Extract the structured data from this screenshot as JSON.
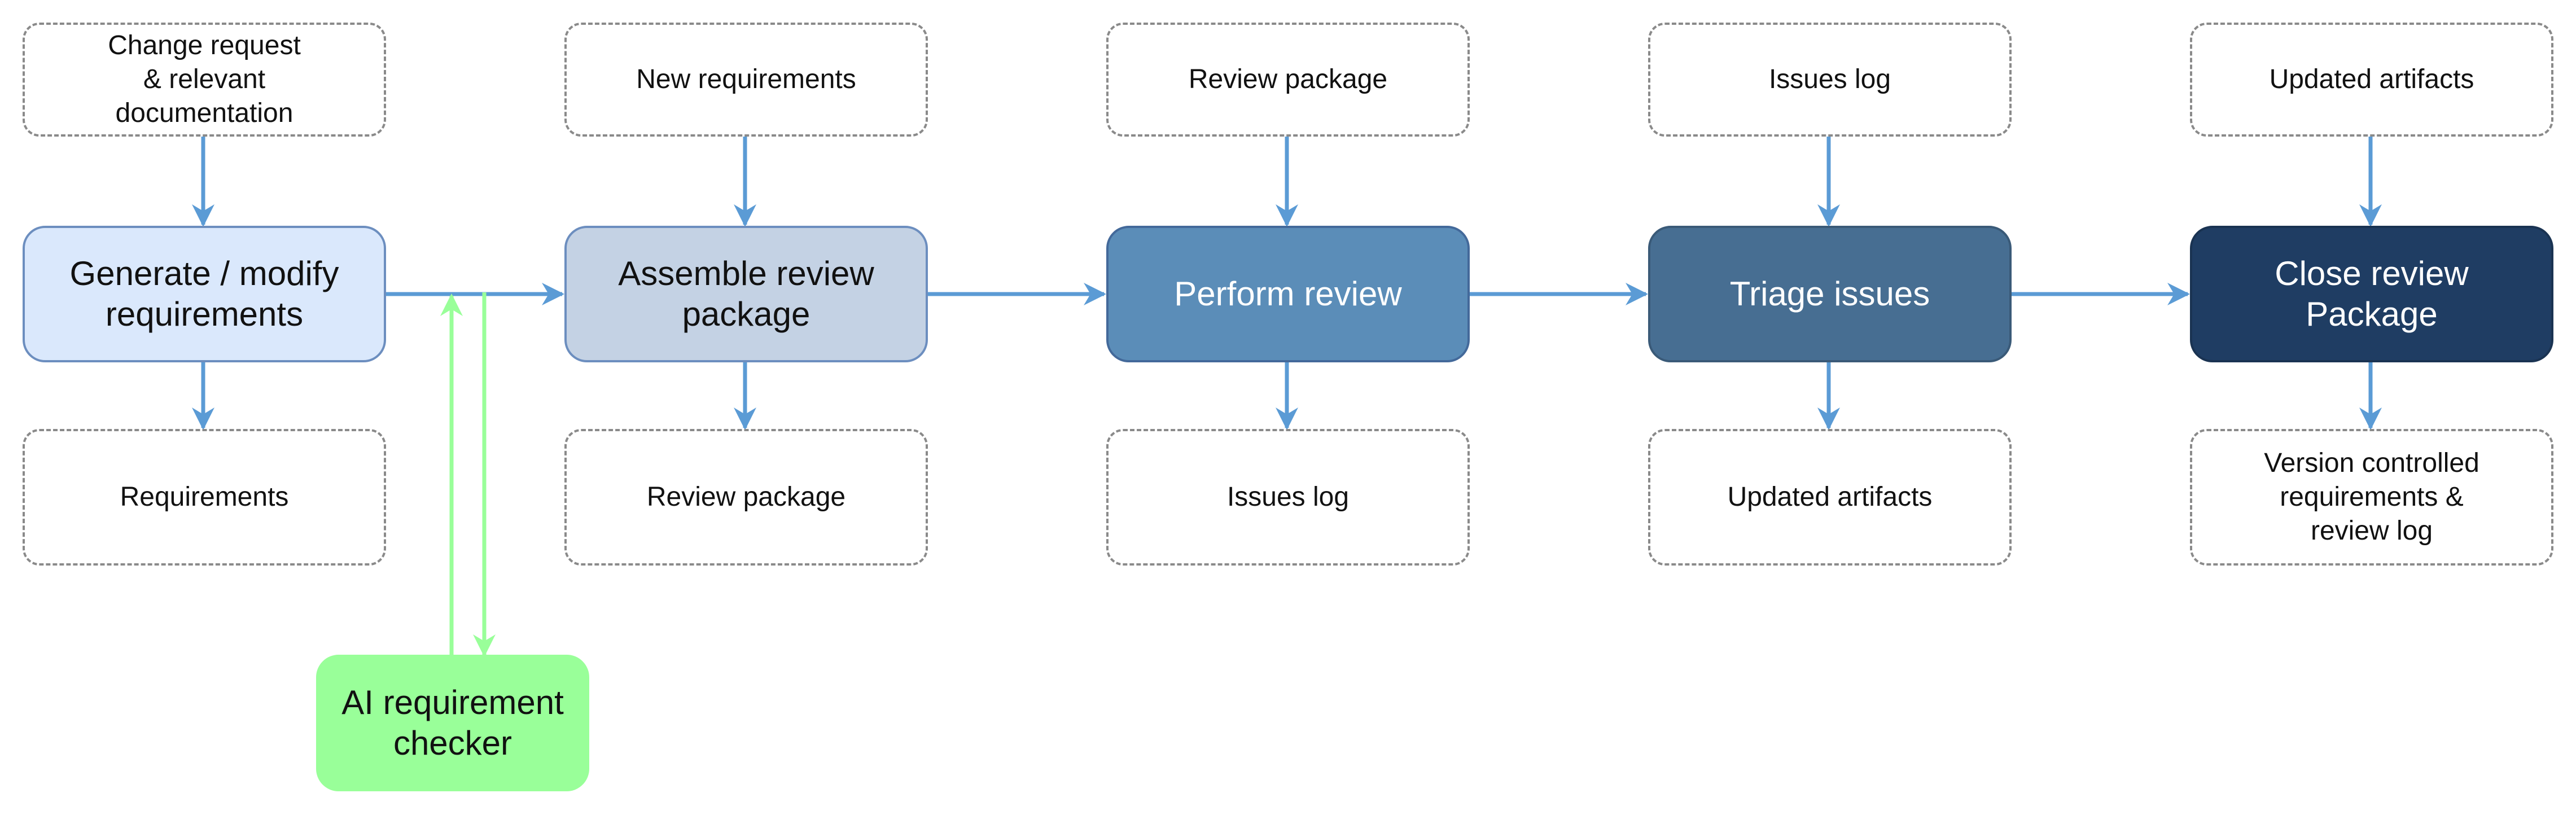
{
  "colors": {
    "arrow": "#5b9bd5",
    "ai_arrow": "#99ff99"
  },
  "stages": [
    {
      "input": "Change request\n& relevant\ndocumentation",
      "process": "Generate / modify\nrequirements",
      "output": "Requirements"
    },
    {
      "input": "New requirements",
      "process": "Assemble review\npackage",
      "output": "Review package"
    },
    {
      "input": "Review package",
      "process": "Perform review",
      "output": "Issues log"
    },
    {
      "input": "Issues log",
      "process": "Triage issues",
      "output": "Updated artifacts"
    },
    {
      "input": "Updated artifacts",
      "process": "Close review\nPackage",
      "output": "Version controlled\nrequirements &\nreview log"
    }
  ],
  "ai_checker": {
    "label": "AI requirement\nchecker"
  }
}
